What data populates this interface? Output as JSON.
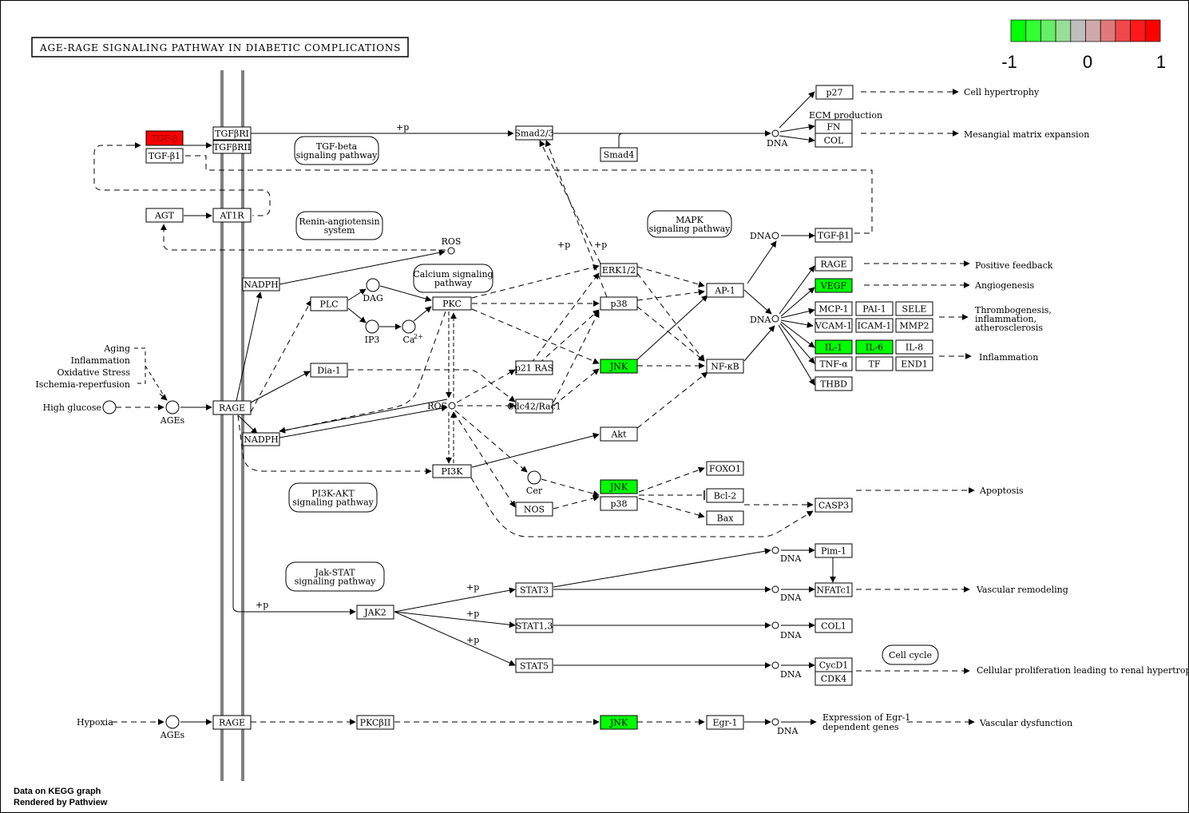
{
  "title": "AGE-RAGE SIGNALING PATHWAY IN DIABETIC COMPLICATIONS",
  "legend": {
    "colors": [
      "#00ff00",
      "#33ff33",
      "#66ee66",
      "#99dd99",
      "#bebebe",
      "#cfa9a9",
      "#e07a7a",
      "#f04848",
      "#ff1a1a",
      "#ff0000"
    ],
    "labels": [
      "-1",
      "0",
      "1"
    ]
  },
  "colors": {
    "up": "#ff0000",
    "down": "#00ff00",
    "neutral": "#ffffff"
  },
  "footer": [
    "Data on KEGG graph",
    "Rendered by Pathview"
  ],
  "genes": [
    {
      "id": "tgfb_red",
      "label": "TGF-β",
      "value": 1
    },
    {
      "id": "tgfb1_a",
      "label": "TGF-β1",
      "value": 0
    },
    {
      "id": "tgfbr1",
      "label": "TGFβRI",
      "value": 0
    },
    {
      "id": "tgfbr2",
      "label": "TGFβRII",
      "value": 0
    },
    {
      "id": "agt",
      "label": "AGT",
      "value": 0
    },
    {
      "id": "at1r",
      "label": "AT1R",
      "value": 0
    },
    {
      "id": "nadph1",
      "label": "NADPH",
      "value": 0
    },
    {
      "id": "nadph2",
      "label": "NADPH",
      "value": 0
    },
    {
      "id": "rage1",
      "label": "RAGE",
      "value": 0
    },
    {
      "id": "rage2",
      "label": "RAGE",
      "value": 0
    },
    {
      "id": "plc",
      "label": "PLC",
      "value": 0
    },
    {
      "id": "pkc",
      "label": "PKC",
      "value": 0
    },
    {
      "id": "dia1",
      "label": "Dia-1",
      "value": 0
    },
    {
      "id": "smad23",
      "label": "Smad2/3",
      "value": 0
    },
    {
      "id": "smad4",
      "label": "Smad4",
      "value": 0
    },
    {
      "id": "erk12",
      "label": "ERK1/2",
      "value": 0
    },
    {
      "id": "p38a",
      "label": "p38",
      "value": 0
    },
    {
      "id": "jnk1",
      "label": "JNK",
      "value": -1
    },
    {
      "id": "p21ras",
      "label": "p21 RAS",
      "value": 0
    },
    {
      "id": "cdc42",
      "label": "Cdc42/Rac1",
      "value": 0
    },
    {
      "id": "akt",
      "label": "Akt",
      "value": 0
    },
    {
      "id": "pi3k",
      "label": "PI3K",
      "value": 0
    },
    {
      "id": "jnk2",
      "label": "JNK",
      "value": -1
    },
    {
      "id": "p38b",
      "label": "p38",
      "value": 0
    },
    {
      "id": "nos",
      "label": "NOS",
      "value": 0
    },
    {
      "id": "foxo1",
      "label": "FOXO1",
      "value": 0
    },
    {
      "id": "bcl2",
      "label": "Bcl-2",
      "value": 0
    },
    {
      "id": "bax",
      "label": "Bax",
      "value": 0
    },
    {
      "id": "casp3",
      "label": "CASP3",
      "value": 0
    },
    {
      "id": "ap1",
      "label": "AP-1",
      "value": 0
    },
    {
      "id": "nfkb",
      "label": "NF-κB",
      "value": 0
    },
    {
      "id": "p27",
      "label": "p27",
      "value": 0
    },
    {
      "id": "fn",
      "label": "FN",
      "value": 0
    },
    {
      "id": "col_a",
      "label": "COL",
      "value": 0
    },
    {
      "id": "tgfb1_b",
      "label": "TGF-β1",
      "value": 0
    },
    {
      "id": "rage3",
      "label": "RAGE",
      "value": 0
    },
    {
      "id": "vegf",
      "label": "VEGF",
      "value": -1
    },
    {
      "id": "mcp1",
      "label": "MCP-1",
      "value": 0
    },
    {
      "id": "pai1",
      "label": "PAI-1",
      "value": 0
    },
    {
      "id": "sele",
      "label": "SELE",
      "value": 0
    },
    {
      "id": "vcam1",
      "label": "VCAM-1",
      "value": 0
    },
    {
      "id": "icam1",
      "label": "ICAM-1",
      "value": 0
    },
    {
      "id": "mmp2",
      "label": "MMP2",
      "value": 0
    },
    {
      "id": "il1",
      "label": "IL-1",
      "value": -1
    },
    {
      "id": "il6",
      "label": "IL-6",
      "value": -1
    },
    {
      "id": "il8",
      "label": "IL-8",
      "value": 0
    },
    {
      "id": "tnfa",
      "label": "TNF-α",
      "value": 0
    },
    {
      "id": "tf",
      "label": "TF",
      "value": 0
    },
    {
      "id": "end1",
      "label": "END1",
      "value": 0
    },
    {
      "id": "thbd",
      "label": "THBD",
      "value": 0
    },
    {
      "id": "jak2",
      "label": "JAK2",
      "value": 0
    },
    {
      "id": "stat3",
      "label": "STAT3",
      "value": 0
    },
    {
      "id": "stat13",
      "label": "STAT1,3",
      "value": 0
    },
    {
      "id": "stat5",
      "label": "STAT5",
      "value": 0
    },
    {
      "id": "pim1",
      "label": "Pim-1",
      "value": 0
    },
    {
      "id": "nfatc1",
      "label": "NFATc1",
      "value": 0
    },
    {
      "id": "col_b",
      "label": "COL1",
      "value": 0
    },
    {
      "id": "cycd1",
      "label": "CycD1",
      "value": 0
    },
    {
      "id": "cdk4",
      "label": "CDK4",
      "value": 0
    },
    {
      "id": "rage4",
      "label": "RAGE",
      "value": 0
    },
    {
      "id": "pkcb2",
      "label": "PKCβII",
      "value": 0
    },
    {
      "id": "jnk3",
      "label": "JNK",
      "value": -1
    },
    {
      "id": "egr1",
      "label": "Egr-1",
      "value": 0
    }
  ],
  "pathways": [
    {
      "id": "tgfbeta",
      "lines": [
        "TGF-beta",
        "signaling pathway"
      ]
    },
    {
      "id": "reninang",
      "lines": [
        "Renin-angiotensin",
        "system"
      ]
    },
    {
      "id": "calcium",
      "lines": [
        "Calcium signaling",
        "pathway"
      ]
    },
    {
      "id": "mapk",
      "lines": [
        "MAPK",
        "signaling pathway"
      ]
    },
    {
      "id": "pi3kakt",
      "lines": [
        "PI3K-AKT",
        "signaling pathway"
      ]
    },
    {
      "id": "jakstat",
      "lines": [
        "Jak-STAT",
        "signaling pathway"
      ]
    },
    {
      "id": "cellcycle",
      "lines": [
        "Cell cycle"
      ]
    }
  ],
  "compounds": [
    {
      "id": "dag",
      "label": "DAG"
    },
    {
      "id": "ip3",
      "label": "IP3"
    },
    {
      "id": "ca",
      "label": "Ca"
    },
    {
      "id": "ros_top",
      "label": "ROS"
    },
    {
      "id": "ros_mid",
      "label": "ROS"
    },
    {
      "id": "ages1",
      "label": "AGEs"
    },
    {
      "id": "ages2",
      "label": "AGEs"
    },
    {
      "id": "cer",
      "label": "Cer"
    },
    {
      "id": "highglucose",
      "label": "High glucose"
    }
  ],
  "ca_superscript": "2+",
  "labels": {
    "dna": "DNA",
    "phos": "+p",
    "ecm": "ECM production",
    "stress": [
      "Aging",
      "Inflammation",
      "Oxidative Stress",
      "Ischemia-reperfusion"
    ],
    "hypoxia": "Hypoxia",
    "egr1_expr": [
      "Expression of Egr-1",
      "dependent genes"
    ]
  },
  "outcomes": [
    {
      "id": "cellhyper",
      "lines": [
        "Cell hypertrophy"
      ]
    },
    {
      "id": "mesangial",
      "lines": [
        "Mesangial matrix expansion"
      ]
    },
    {
      "id": "posfeedback",
      "lines": [
        "Positive feedback"
      ]
    },
    {
      "id": "angio",
      "lines": [
        "Angiogenesis"
      ]
    },
    {
      "id": "thrombo",
      "lines": [
        "Thrombogenesis,",
        "inflammation,",
        "atherosclerosis"
      ]
    },
    {
      "id": "inflam",
      "lines": [
        "Inflammation"
      ]
    },
    {
      "id": "apoptosis",
      "lines": [
        "Apoptosis"
      ]
    },
    {
      "id": "vascremod",
      "lines": [
        "Vascular remodeling"
      ]
    },
    {
      "id": "cellprolif",
      "lines": [
        "Cellular proliferation leading to renal hypertrophy"
      ]
    },
    {
      "id": "vascdys",
      "lines": [
        "Vascular dysfunction"
      ]
    }
  ]
}
